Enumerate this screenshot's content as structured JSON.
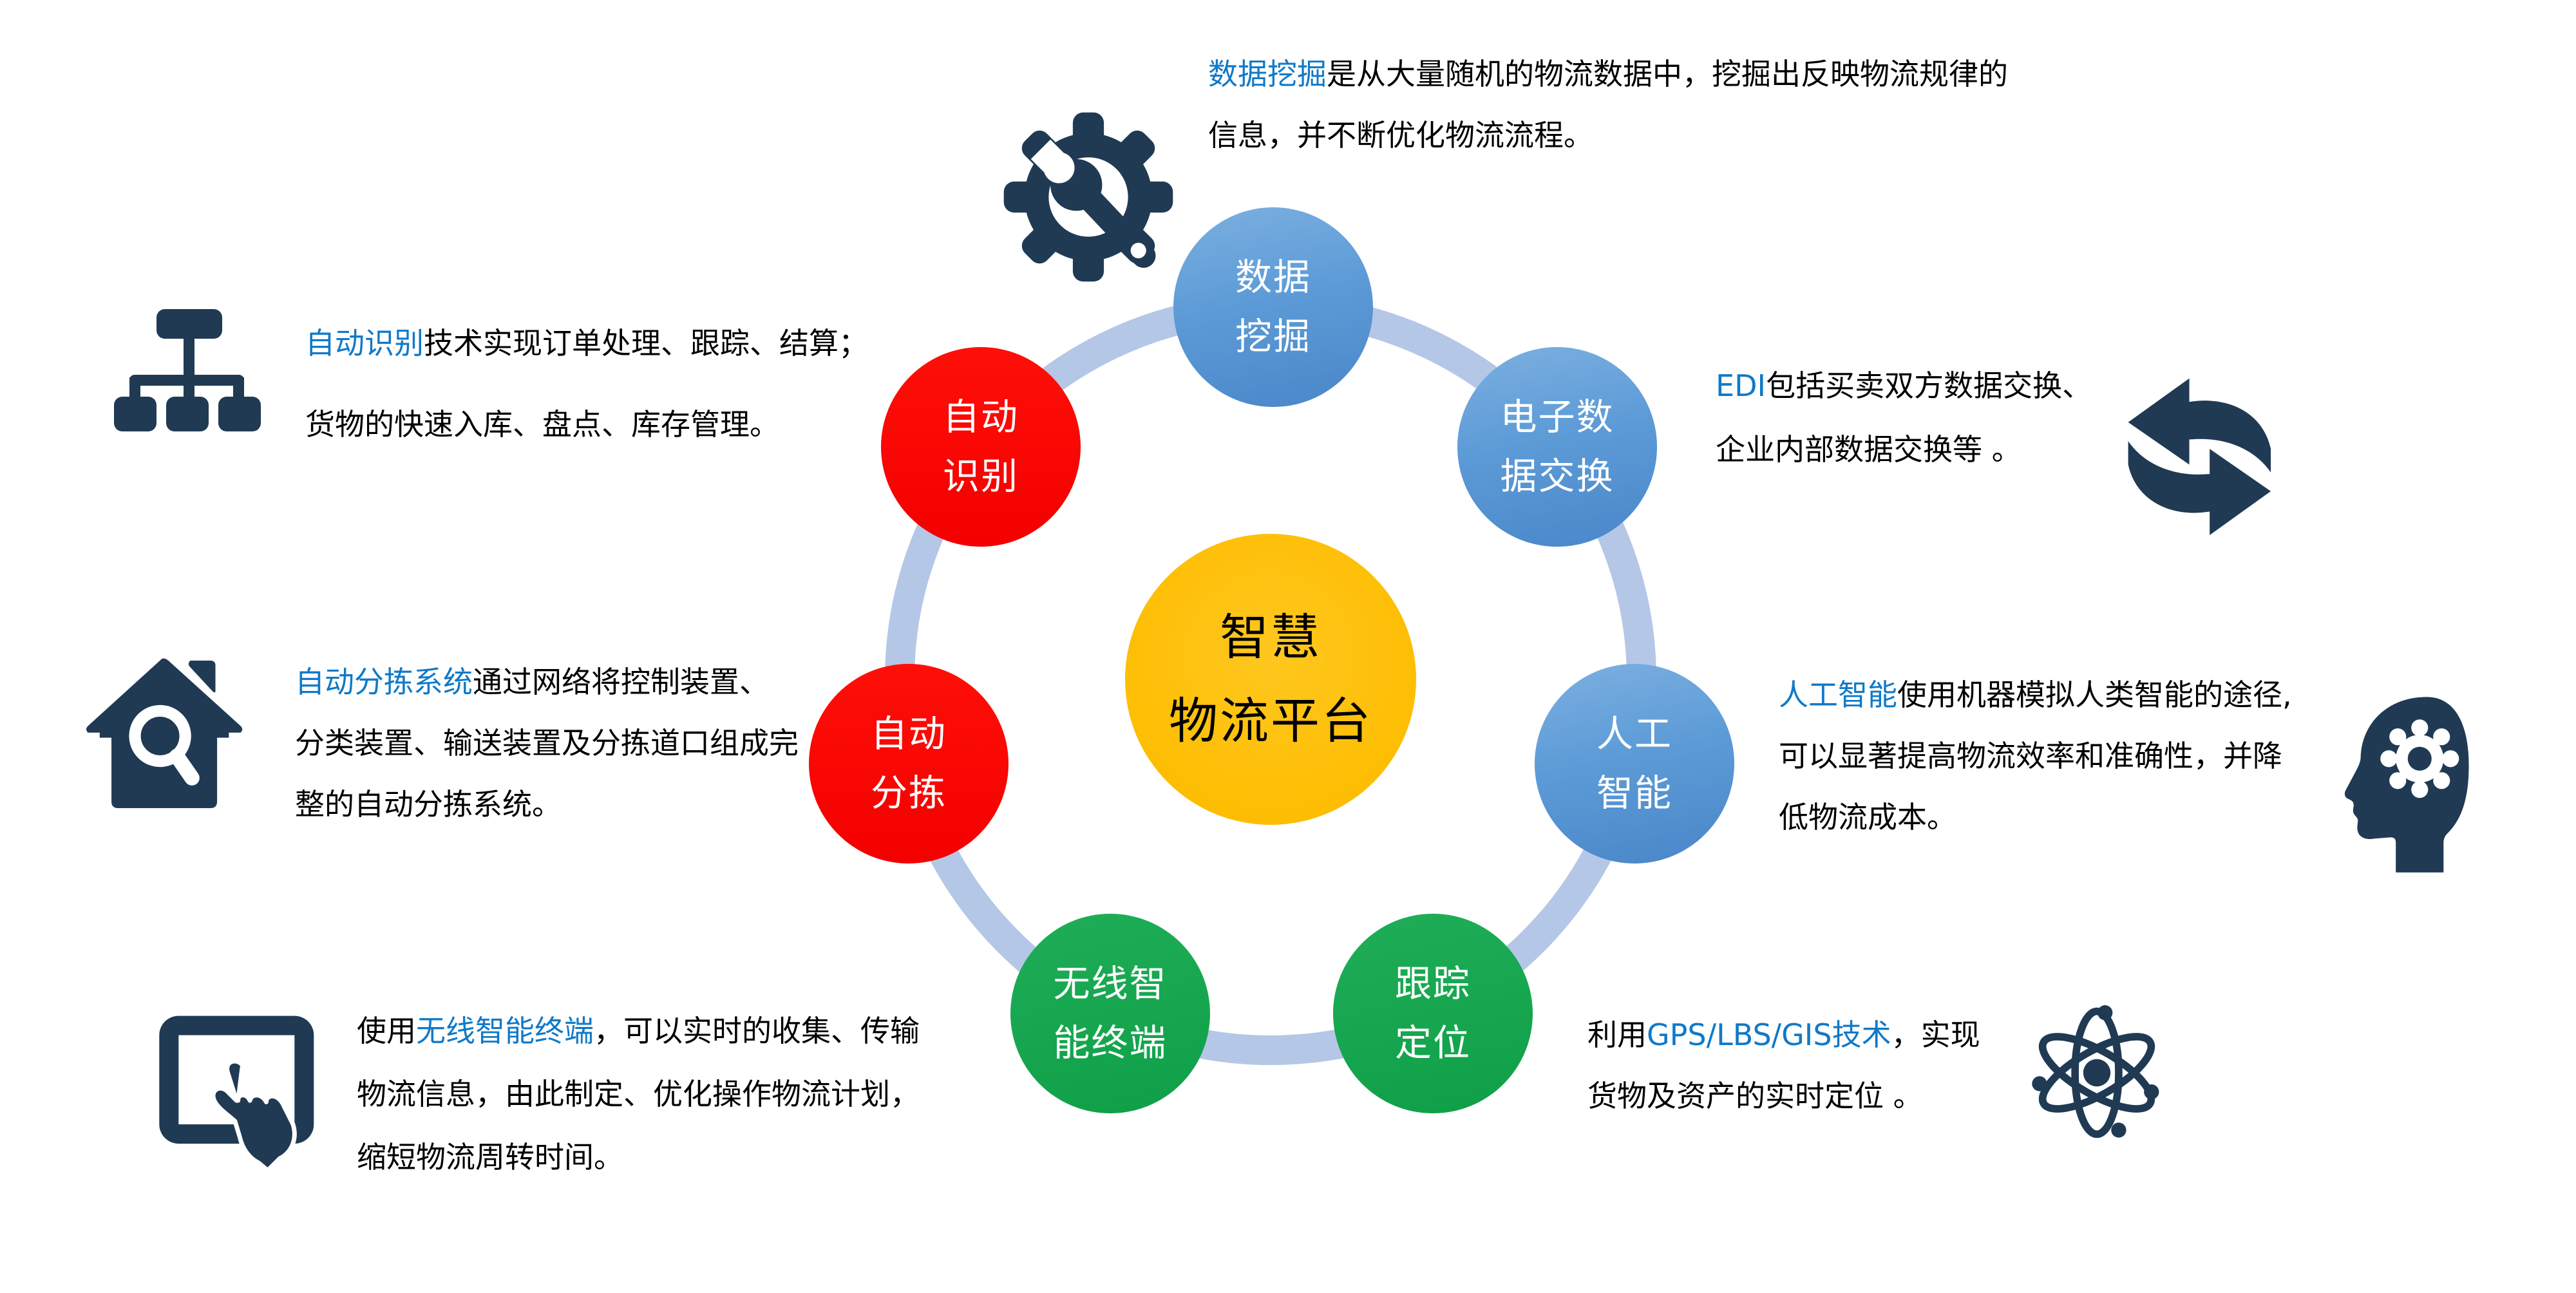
{
  "colors": {
    "navy_icon": "#203a54",
    "ring": "#b5c7e7",
    "node_blue": "#5b9ad6",
    "node_red": "#f30000",
    "node_green": "#14a44d",
    "center_yellow": "#fdbd02",
    "highlight_blue": "#1079c8",
    "body_text": "#000000"
  },
  "center": {
    "label": "智慧\n物流平台"
  },
  "nodes": [
    {
      "id": "data-mining",
      "label": "数据\n挖掘",
      "color": "blue"
    },
    {
      "id": "edi",
      "label": "电子数\n据交换",
      "color": "blue"
    },
    {
      "id": "ai",
      "label": "人工\n智能",
      "color": "blue"
    },
    {
      "id": "tracking",
      "label": "跟踪\n定位",
      "color": "green"
    },
    {
      "id": "terminal",
      "label": "无线智\n能终端",
      "color": "green"
    },
    {
      "id": "sorting",
      "label": "自动\n分拣",
      "color": "red"
    },
    {
      "id": "auto-id",
      "label": "自动\n识别",
      "color": "red"
    }
  ],
  "descriptions": {
    "mining": {
      "prefix": "",
      "highlight": "数据挖掘",
      "rest": "是从大量随机的物流数据中，挖掘出反映物流规律的\n信息，并不断优化物流流程。"
    },
    "edi": {
      "prefix": "",
      "highlight": "EDI",
      "rest": "包括买卖双方数据交换、\n企业内部数据交换等 。"
    },
    "ai": {
      "prefix": "",
      "highlight": "人工智能",
      "rest": "使用机器模拟人类智能的途径,\n可以显著提高物流效率和准确性，并降\n低物流成本。"
    },
    "gps": {
      "prefix": "利用",
      "highlight": "GPS/LBS/GIS技术",
      "rest": "，实现\n货物及资产的实时定位 。"
    },
    "terminal": {
      "prefix": "使用",
      "highlight": "无线智能终端",
      "rest": "，可以实时的收集、传输\n物流信息，由此制定、优化操作物流计划，\n缩短物流周转时间。"
    },
    "sorting": {
      "prefix": "",
      "highlight": "自动分拣系统",
      "rest": "通过网络将控制装置、\n分类装置、输送装置及分拣道口组成完\n整的自动分拣系统。"
    },
    "auto_id": {
      "prefix": "",
      "highlight": "自动识别",
      "rest": "技术实现订单处理、跟踪、结算；\n货物的快速入库、盘点、库存管理。"
    }
  },
  "icons": [
    "sitemap-icon",
    "house-search-icon",
    "tablet-touch-icon",
    "gear-wrench-icon",
    "swap-arrows-icon",
    "head-gear-icon",
    "atom-icon"
  ]
}
